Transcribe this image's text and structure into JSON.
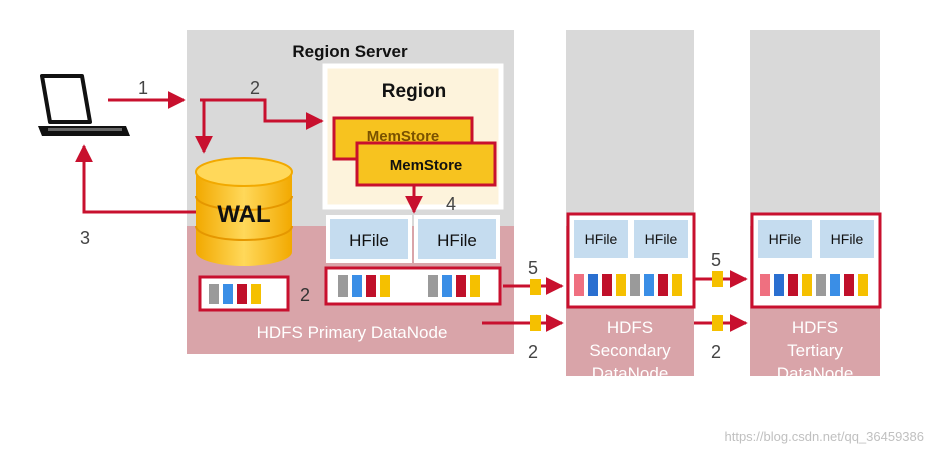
{
  "region_server": {
    "title": "Region Server"
  },
  "region": {
    "title": "Region",
    "memstore_back": "MemStore",
    "memstore_front": "MemStore"
  },
  "wal": {
    "label": "WAL"
  },
  "hfiles": {
    "primary_1": "HFile",
    "primary_2": "HFile",
    "secondary_1": "HFile",
    "secondary_2": "HFile",
    "tertiary_1": "HFile",
    "tertiary_2": "HFile"
  },
  "datanodes": {
    "primary": "HDFS Primary DataNode",
    "secondary": [
      "HDFS",
      "Secondary",
      "DataNode"
    ],
    "tertiary": [
      "HDFS",
      "Tertiary",
      "DataNode"
    ]
  },
  "steps": {
    "s1": "1",
    "s2_top": "2",
    "s3": "3",
    "s4": "4",
    "s2_wal": "2",
    "s5_a": "5",
    "s2_a": "2",
    "s5_b": "5",
    "s2_b": "2"
  },
  "block_colors": [
    "#9a9a9a",
    "#3a8ee6",
    "#c0102a",
    "#f5c000",
    "#ef7080",
    "#2a6fd0"
  ],
  "colors": {
    "accent": "#c8102e",
    "datanode": "#d9a4a9",
    "server": "#d9d9d9",
    "memstore": "#f7c31f",
    "region_bg": "#fdf3dc",
    "hfile": "#c5dcef"
  },
  "watermark": "https://blog.csdn.net/qq_36459386"
}
